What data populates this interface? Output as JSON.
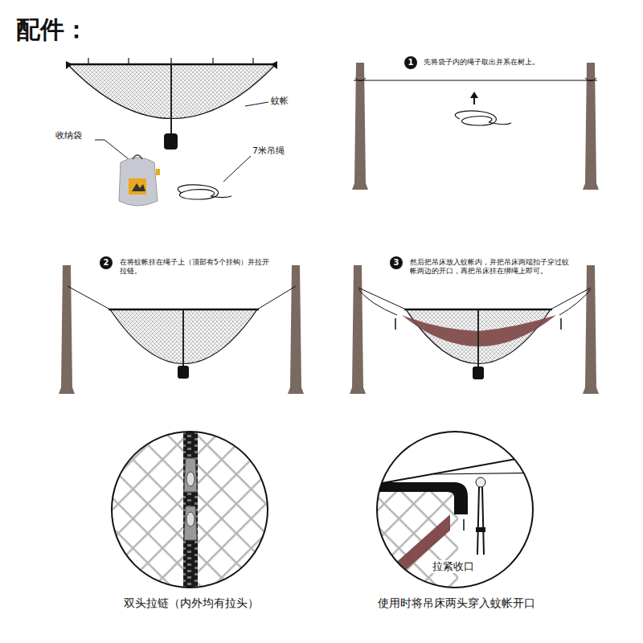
{
  "diagram": {
    "title": "配件：",
    "nodes": [
      {
        "text": [
          "1"
        ]
      },
      {
        "text": [
          "2"
        ]
      },
      {
        "text": [
          "3"
        ]
      },
      {
        "text": [
          "双头拉链（内外均有拉头）"
        ]
      },
      {
        "text": [
          "拉紧收口",
          "使用时将吊床两头穿入蚊帐开口"
        ]
      }
    ],
    "labels": [
      "蚊帐",
      "收纳袋",
      "7米吊绳",
      "先将袋子内的绳子取出并系在树上。",
      "在将蚊帐挂在绳子上（顶部有5个挂钩）并拉开拉链。",
      "然后把吊床放入蚊帐内，并把吊床两端扣子穿过蚊帐两边的开口，再把吊床挂在绑绳上即可。"
    ]
  }
}
